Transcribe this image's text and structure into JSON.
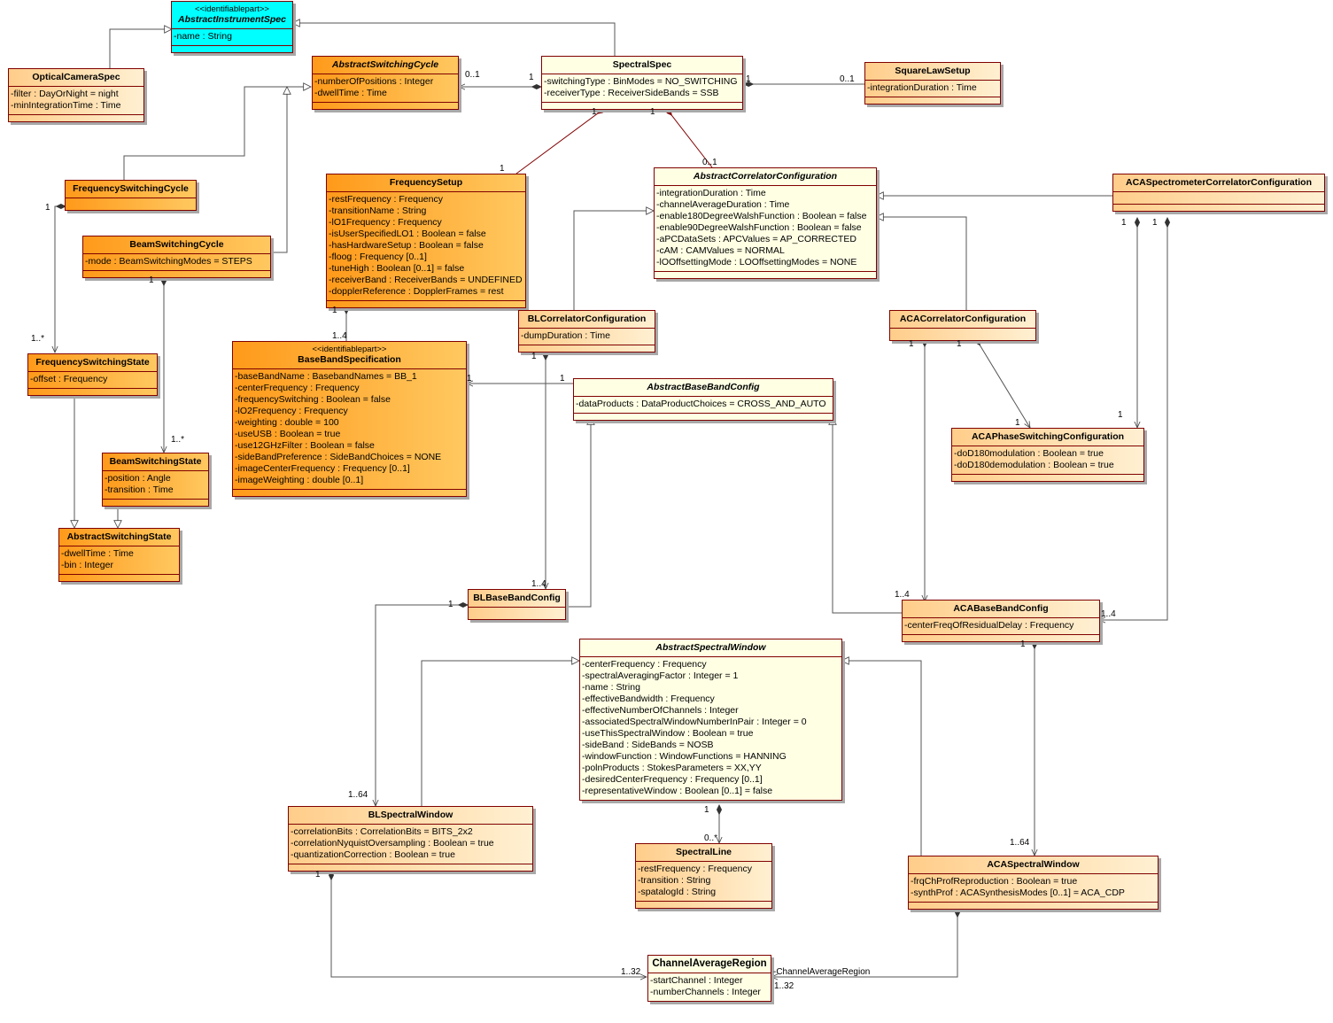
{
  "classes": [
    {
      "id": "aispec",
      "stereotype": "<<identifiablepart>>",
      "name": "AbstractInstrumentSpec",
      "attrs": [
        "-name : String"
      ]
    },
    {
      "id": "ocs",
      "name": "OpticalCameraSpec",
      "attrs": [
        "-filter : DayOrNight = night",
        "-minIntegrationTime : Time"
      ]
    },
    {
      "id": "asc",
      "name": "AbstractSwitchingCycle",
      "attrs": [
        "-numberOfPositions : Integer",
        "-dwellTime : Time"
      ]
    },
    {
      "id": "ss",
      "name": "SpectralSpec",
      "attrs": [
        "-switchingType : BinModes = NO_SWITCHING",
        "-receiverType : ReceiverSideBands = SSB"
      ]
    },
    {
      "id": "sqls",
      "name": "SquareLawSetup",
      "attrs": [
        "-integrationDuration : Time"
      ]
    },
    {
      "id": "fsc",
      "name": "FrequencySwitchingCycle",
      "attrs": []
    },
    {
      "id": "fs",
      "name": "FrequencySetup",
      "attrs": [
        "-restFrequency : Frequency",
        "-transitionName : String",
        "-lO1Frequency : Frequency",
        "-isUserSpecifiedLO1 : Boolean = false",
        "-hasHardwareSetup : Boolean = false",
        "-floog : Frequency [0..1]",
        "-tuneHigh : Boolean [0..1] = false",
        "-receiverBand : ReceiverBands = UNDEFINED",
        "-dopplerReference : DopplerFrames = rest"
      ]
    },
    {
      "id": "acc",
      "name": "AbstractCorrelatorConfiguration",
      "attrs": [
        "-integrationDuration : Time",
        "-channelAverageDuration : Time",
        "-enable180DegreeWalshFunction : Boolean = false",
        "-enable90DegreeWalshFunction : Boolean = false",
        "-aPCDataSets : APCValues = AP_CORRECTED",
        "-cAM : CAMValues = NORMAL",
        "-lOOffsettingMode : LOOffsettingModes = NONE"
      ]
    },
    {
      "id": "acaspc",
      "name": "ACASpectrometerCorrelatorConfiguration",
      "attrs": []
    },
    {
      "id": "bsc",
      "name": "BeamSwitchingCycle",
      "attrs": [
        "-mode : BeamSwitchingModes = STEPS"
      ]
    },
    {
      "id": "blcc",
      "name": "BLCorrelatorConfiguration",
      "attrs": [
        "-dumpDuration : Time"
      ]
    },
    {
      "id": "acacc",
      "name": "ACACorrelatorConfiguration",
      "attrs": []
    },
    {
      "id": "fss",
      "name": "FrequencySwitchingState",
      "attrs": [
        "-offset : Frequency"
      ]
    },
    {
      "id": "bbs",
      "stereotype": "<<identifiablepart>>",
      "name": "BaseBandSpecification",
      "attrs": [
        "-baseBandName : BasebandNames = BB_1",
        "-centerFrequency : Frequency",
        "-frequencySwitching : Boolean = false",
        "-lO2Frequency : Frequency",
        "-weighting : double = 100",
        "-useUSB : Boolean = true",
        "-use12GHzFilter : Boolean = false",
        "-sideBandPreference : SideBandChoices = NONE",
        "-imageCenterFrequency : Frequency [0..1]",
        "-imageWeighting : double [0..1]"
      ]
    },
    {
      "id": "abbc",
      "name": "AbstractBaseBandConfig",
      "attrs": [
        "-dataProducts : DataProductChoices = CROSS_AND_AUTO"
      ]
    },
    {
      "id": "acapsc",
      "name": "ACAPhaseSwitchingConfiguration",
      "attrs": [
        "-doD180modulation : Boolean = true",
        "-doD180demodulation : Boolean = true"
      ]
    },
    {
      "id": "bss",
      "name": "BeamSwitchingState",
      "attrs": [
        "-position : Angle",
        "-transition : Time"
      ]
    },
    {
      "id": "ass",
      "name": "AbstractSwitchingState",
      "attrs": [
        "-dwellTime : Time",
        "-bin : Integer"
      ]
    },
    {
      "id": "blbbc",
      "name": "BLBaseBandConfig",
      "attrs": []
    },
    {
      "id": "acabbc",
      "name": "ACABaseBandConfig",
      "attrs": [
        "-centerFreqOfResidualDelay : Frequency"
      ]
    },
    {
      "id": "asw",
      "name": "AbstractSpectralWindow",
      "attrs": [
        "-centerFrequency : Frequency",
        "-spectralAveragingFactor : Integer = 1",
        "-name : String",
        "-effectiveBandwidth : Frequency",
        "-effectiveNumberOfChannels : Integer",
        "-associatedSpectralWindowNumberInPair : Integer = 0",
        "-useThisSpectralWindow : Boolean = true",
        "-sideBand : SideBands = NOSB",
        "-windowFunction : WindowFunctions = HANNING",
        "-polnProducts : StokesParameters = XX,YY",
        "-desiredCenterFrequency : Frequency [0..1]",
        "-representativeWindow : Boolean [0..1] = false"
      ]
    },
    {
      "id": "blsw",
      "name": "BLSpectralWindow",
      "attrs": [
        "-correlationBits : CorrelationBits = BITS_2x2",
        "-correlationNyquistOversampling : Boolean = true",
        "-quantizationCorrection : Boolean = true"
      ]
    },
    {
      "id": "sl",
      "name": "SpectralLine",
      "attrs": [
        "-restFrequency : Frequency",
        "-transition : String",
        "-spatalogId : String"
      ]
    },
    {
      "id": "acasw",
      "name": "ACASpectralWindow",
      "attrs": [
        "-frqChProfReproduction : Boolean = true",
        "-synthProf : ACASynthesisModes [0..1] = ACA_CDP"
      ]
    },
    {
      "id": "car",
      "name": "ChannelAverageRegion",
      "attrs": [
        "-startChannel : Integer",
        "-numberChannels : Integer"
      ]
    }
  ],
  "multiplicities": [
    "0..1",
    "1",
    "1",
    "0..1",
    "1",
    "1",
    "1",
    "0..1",
    "1",
    "1",
    "1",
    "1",
    "1..*",
    "1",
    "1..4",
    "1",
    "1",
    "1",
    "1",
    "1..*",
    "1",
    "1",
    "1..4",
    "1",
    "1..4",
    "1",
    "1..4",
    "1",
    "1..64",
    "1",
    "0..*",
    "1..64",
    "1",
    "1..32",
    "1..32"
  ],
  "role_labels": [
    "-ChannelAverageRegion"
  ]
}
